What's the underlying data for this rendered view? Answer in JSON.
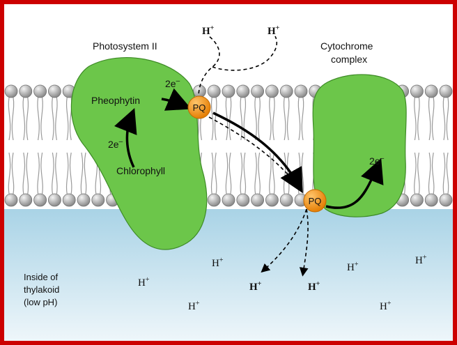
{
  "labels": {
    "photosystem": "Photosystem II",
    "cytochrome_line1": "Cytochrome",
    "cytochrome_line2": "complex",
    "pheophytin": "Pheophytin",
    "chlorophyll": "Chlorophyll",
    "electrons_psii_internal": "2e",
    "electrons_psii_top": "2e",
    "electrons_cyt": "2e",
    "electron_charge": "–",
    "pq": "PQ",
    "inside_line1": "Inside of",
    "inside_line2": "thylakoid",
    "inside_line3": "(low pH)",
    "proton": "H",
    "proton_charge": "+"
  },
  "colors": {
    "frame": "#cc0000",
    "protein_fill": "#6cc64a",
    "protein_stroke": "#3d8a26",
    "pq_fill": "#f59b1c",
    "lumen_top": "#a9d3e6",
    "lumen_bottom": "#eef6fa",
    "lipid_head": "#b0b0b0",
    "lipid_tail": "#9a9a9a"
  }
}
